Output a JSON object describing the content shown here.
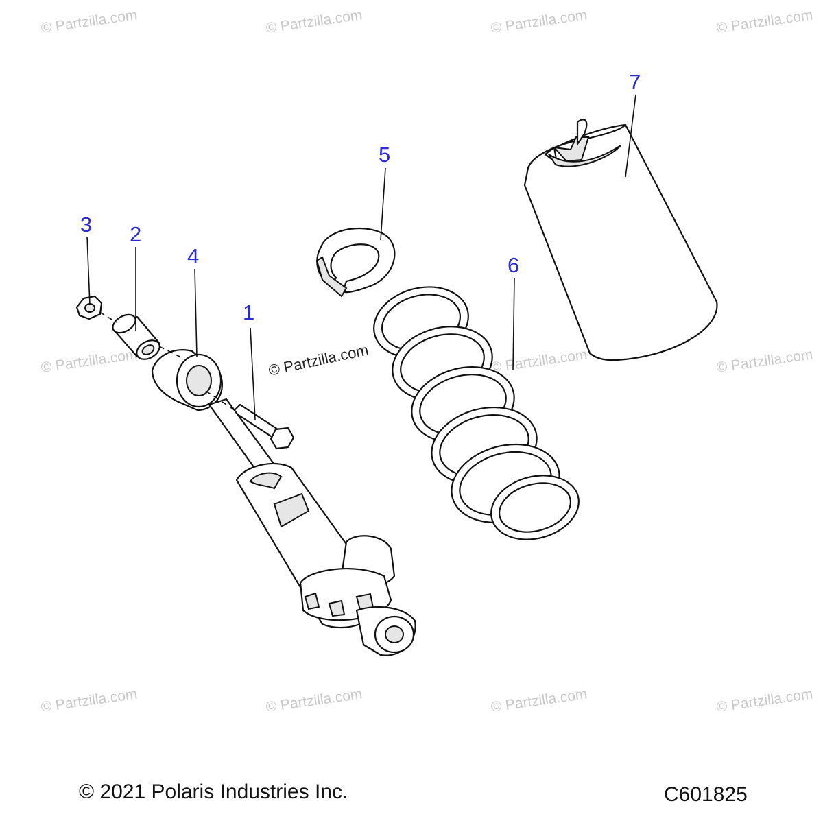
{
  "watermark": "© Partzilla.com",
  "center_watermark": "© Partzilla.com",
  "callouts": {
    "c1": "1",
    "c2": "2",
    "c3": "3",
    "c4": "4",
    "c5": "5",
    "c6": "6",
    "c7": "7"
  },
  "footer": {
    "copyright": "© 2021 Polaris Industries Inc.",
    "diagram_code": "C601825"
  }
}
